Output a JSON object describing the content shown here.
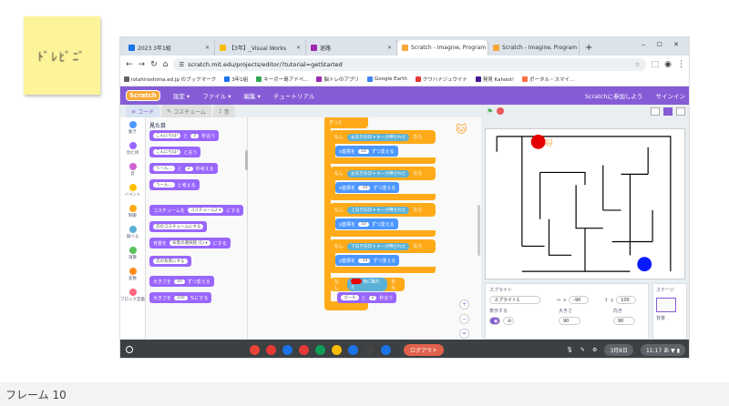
{
  "frame_label": "フレーム 10",
  "sticky_note": "ﾄﾞﾚﾋﾞﾆﾞ",
  "browser": {
    "tabs": [
      {
        "title": "2023 3年1組",
        "color": "#1a73e8",
        "active": false
      },
      {
        "title": "【3年】_Visual Works",
        "color": "#fbbc04",
        "active": false
      },
      {
        "title": "迷路",
        "color": "#9c27b0",
        "active": false
      },
      {
        "title": "Scratch - Imagine, Program",
        "color": "#f8a838",
        "active": true
      },
      {
        "title": "Scratch - Imagine, Program",
        "color": "#f8a838",
        "active": false
      }
    ],
    "new_tab": "+",
    "url": "scratch.mit.edu/projects/editor/?tutorial=getStarted",
    "bookmarks": [
      {
        "label": "iotahiroshima.ed.jp のブックマーク",
        "color": "#5f6368"
      },
      {
        "label": "3年1組",
        "color": "#1a73e8"
      },
      {
        "label": "キーボー島アドベ...",
        "color": "#34a853"
      },
      {
        "label": "脳トレのアプリ",
        "color": "#9c27b0"
      },
      {
        "label": "Google Earth",
        "color": "#4285f4"
      },
      {
        "label": "クワハナジュウイナ",
        "color": "#e53935"
      },
      {
        "label": "発見 Kahoot!",
        "color": "#46178f"
      },
      {
        "label": "ポータル・スマイ...",
        "color": "#ff7043"
      }
    ]
  },
  "scratch": {
    "logo": "Scratch",
    "menu": [
      "設定 ▾",
      "ファイル ▾",
      "編集 ▾",
      "チュートリアル"
    ],
    "join": "Scratchに参加しよう",
    "signin": "サインイン",
    "editor_tabs": [
      "コード",
      "コスチューム",
      "音"
    ],
    "categories": [
      {
        "label": "動き",
        "color": "#4c97ff"
      },
      {
        "label": "見た目",
        "color": "#9966ff"
      },
      {
        "label": "音",
        "color": "#cf63cf"
      },
      {
        "label": "イベント",
        "color": "#ffbf00"
      },
      {
        "label": "制御",
        "color": "#ffab19"
      },
      {
        "label": "調べる",
        "color": "#5cb1d6"
      },
      {
        "label": "演算",
        "color": "#59c059"
      },
      {
        "label": "変数",
        "color": "#ff8c1a"
      },
      {
        "label": "ブロック定義",
        "color": "#ff6680"
      }
    ],
    "palette_title": "見た目",
    "palette_blocks": [
      {
        "a": "こんにちは!",
        "b": "と",
        "c": "2",
        "d": "秒言う"
      },
      {
        "a": "こんにちは!",
        "b": "と言う",
        "c": "",
        "d": ""
      },
      {
        "a": "うーん...",
        "b": "と",
        "c": "2",
        "d": "秒考える"
      },
      {
        "a": "うーん...",
        "b": "と考える",
        "c": "",
        "d": ""
      },
      {
        "a": "コスチュームを",
        "b": "コスチューム2 ▾",
        "c": "",
        "d": "にする"
      },
      {
        "a": "次のコスチュームにする",
        "b": "",
        "c": "",
        "d": ""
      },
      {
        "a": "背景を",
        "b": "背景の選択肢 (1) ▾",
        "c": "",
        "d": "にする"
      },
      {
        "a": "次の背景にする",
        "b": "",
        "c": "",
        "d": ""
      },
      {
        "a": "大きさを",
        "b": "10",
        "c": "",
        "d": "ずつ変える"
      },
      {
        "a": "大きさを",
        "b": "100",
        "c": "",
        "d": "%にする"
      }
    ],
    "script_top": "ずっと",
    "script_events": [
      {
        "key": "右向き矢印 ▾",
        "label": "キーが押された",
        "motion_axis": "x座標を",
        "motion_val": "10",
        "motion_end": "ずつ変える"
      },
      {
        "key": "左向き矢印 ▾",
        "label": "キーが押された",
        "motion_axis": "x座標を",
        "motion_val": "-10",
        "motion_end": "ずつ変える"
      },
      {
        "key": "上向き矢印 ▾",
        "label": "キーが押された",
        "motion_axis": "y座標を",
        "motion_val": "10",
        "motion_end": "ずつ変える"
      },
      {
        "key": "下向き矢印 ▾",
        "label": "キーが押された",
        "motion_axis": "y座標を",
        "motion_val": "-10",
        "motion_end": "ずつ変える"
      }
    ],
    "if_word": "もし",
    "then_word": "なら",
    "color_touch": "色に触れた",
    "say_label": "ゴール",
    "say_sec": "2",
    "say_end": "秒言う",
    "sprite_label": "スプライト",
    "sprite_name": "スプライト1",
    "x_val": "-90",
    "y_val": "100",
    "show_label": "表示する",
    "size_label": "大きさ",
    "direction_label": "向き",
    "size_val": "90",
    "direction_val": "90",
    "stage_label": "ステージ",
    "backdrop_label": "背景"
  },
  "taskbar": {
    "logout": "ログアウト",
    "date": "3月8日",
    "time": "11:17",
    "ime": "あ",
    "dock_colors": [
      "#ea4335",
      "#e53935",
      "#1a73e8",
      "#e53935",
      "#0f9d58",
      "#fbbc04",
      "#1a73e8",
      "#444444",
      "#1a73e8"
    ]
  },
  "colors": {
    "red_dot": "#e60000",
    "blue_dot": "#0a1aff",
    "scratch_purple": "#855cd6"
  }
}
